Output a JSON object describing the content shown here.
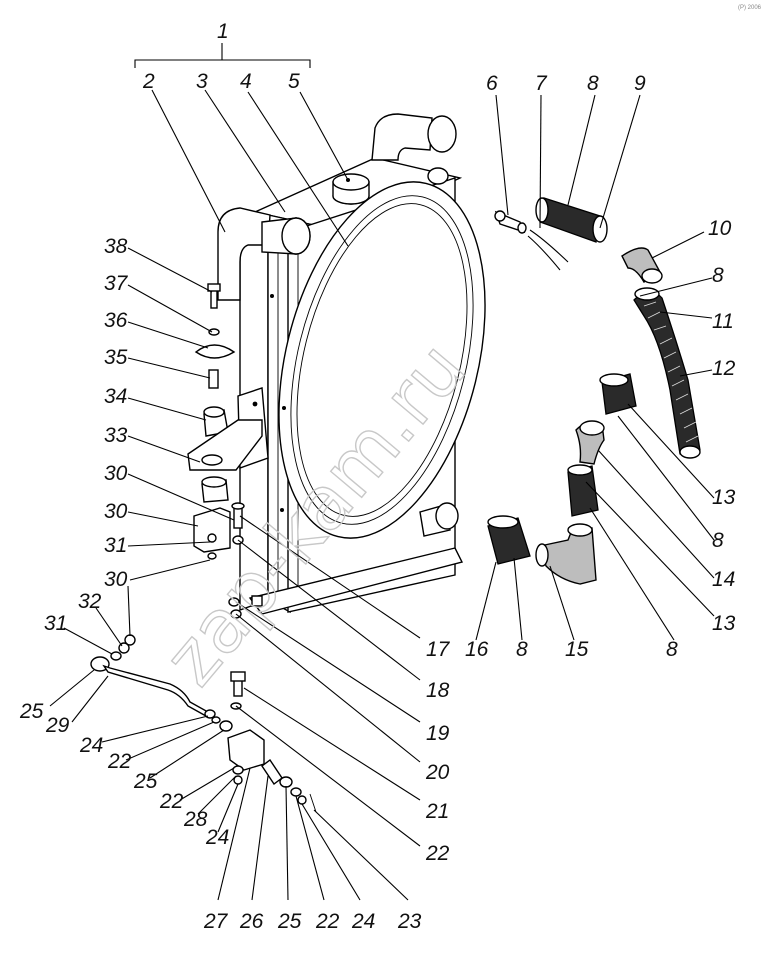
{
  "corner_mark": "(P) 2006",
  "watermark": "zap-kam.ru",
  "assembly_label": "1",
  "callouts": [
    "2",
    "3",
    "4",
    "5",
    "6",
    "7",
    "8",
    "9",
    "10",
    "8",
    "11",
    "12",
    "13",
    "8",
    "14",
    "13",
    "8",
    "15",
    "16",
    "8",
    "17",
    "18",
    "19",
    "20",
    "21",
    "22",
    "23",
    "24",
    "22",
    "25",
    "26",
    "27",
    "24",
    "28",
    "22",
    "25",
    "22",
    "24",
    "29",
    "25",
    "30",
    "31",
    "32",
    "31",
    "30",
    "33",
    "34",
    "35",
    "36",
    "37",
    "30",
    "38"
  ]
}
